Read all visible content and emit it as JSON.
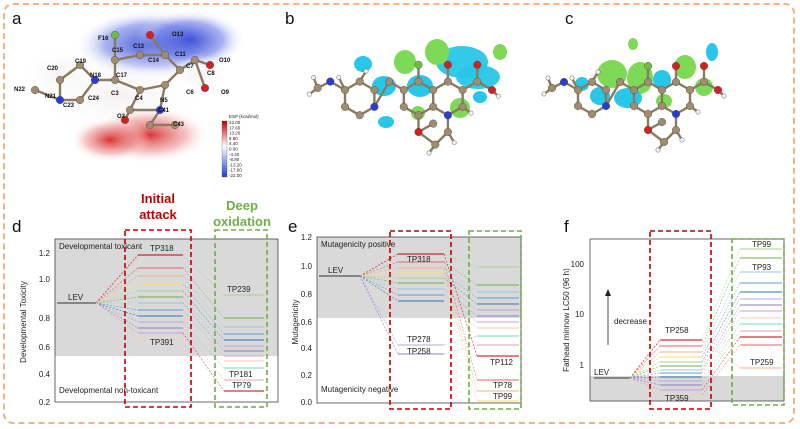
{
  "panels": {
    "a": {
      "label": "a",
      "atoms": [
        "F16",
        "C15",
        "C13",
        "O13",
        "C19",
        "C14",
        "C11",
        "C20",
        "N18",
        "C17",
        "C7",
        "C8",
        "O10",
        "N22",
        "N21",
        "C3",
        "C4",
        "N5",
        "C6",
        "O9",
        "C24",
        "C23",
        "O2",
        "C41",
        "C43"
      ],
      "legend_title": "ESP (kcal/mol)",
      "legend_values": [
        "22.00",
        "17.60",
        "13.20",
        "8.80",
        "4.40",
        "0.00",
        "-4.40",
        "-8.80",
        "-13.20",
        "-17.60",
        "-22.00"
      ]
    },
    "b": {
      "label": "b"
    },
    "c": {
      "label": "c"
    },
    "headers": {
      "initial": [
        "Initial",
        "attack"
      ],
      "deep": [
        "Deep",
        "oxidation"
      ]
    },
    "d": {
      "label": "d",
      "ylabel": "Developmental Toxicity",
      "top_text": "Developmental toxicant",
      "bottom_text": "Developmental non-toxicant",
      "ticks": [
        "1.2",
        "1.0",
        "0.8",
        "0.6",
        "0.4",
        "0.2"
      ],
      "lev": "LEV",
      "tp_labels": [
        "TP318",
        "TP391",
        "TP239",
        "TP181",
        "TP79"
      ]
    },
    "e": {
      "label": "e",
      "ylabel": "Mutagenicity",
      "top_text": "Mutagenicity positive",
      "bottom_text": "Mutagenicity negative",
      "ticks": [
        "1.2",
        "1.0",
        "0.8",
        "0.6",
        "0.4",
        "0.2",
        "0.0"
      ],
      "lev": "LEV",
      "tp_labels": [
        "TP318",
        "TP278",
        "TP258",
        "TP112",
        "TP78",
        "TP99"
      ]
    },
    "f": {
      "label": "f",
      "ylabel": "Fathead minnow LC50 (96 h)",
      "ticks": [
        "100",
        "10",
        "1"
      ],
      "lev": "LEV",
      "arrow_text": "decrease",
      "tp_labels": [
        "TP258",
        "TP359",
        "TP99",
        "TP93",
        "TP259"
      ]
    }
  },
  "colors": {
    "frame": "#f4b183",
    "red_box": "#c00000",
    "green_box": "#70ad47",
    "toxic_band": "#d9d9d9",
    "carbon": "#a08c6e",
    "nitrogen": "#2b3bd6",
    "oxygen": "#d62020",
    "fluorine": "#6fbf3a",
    "iso_blue": "#28c6e8",
    "iso_green": "#7ed957"
  }
}
